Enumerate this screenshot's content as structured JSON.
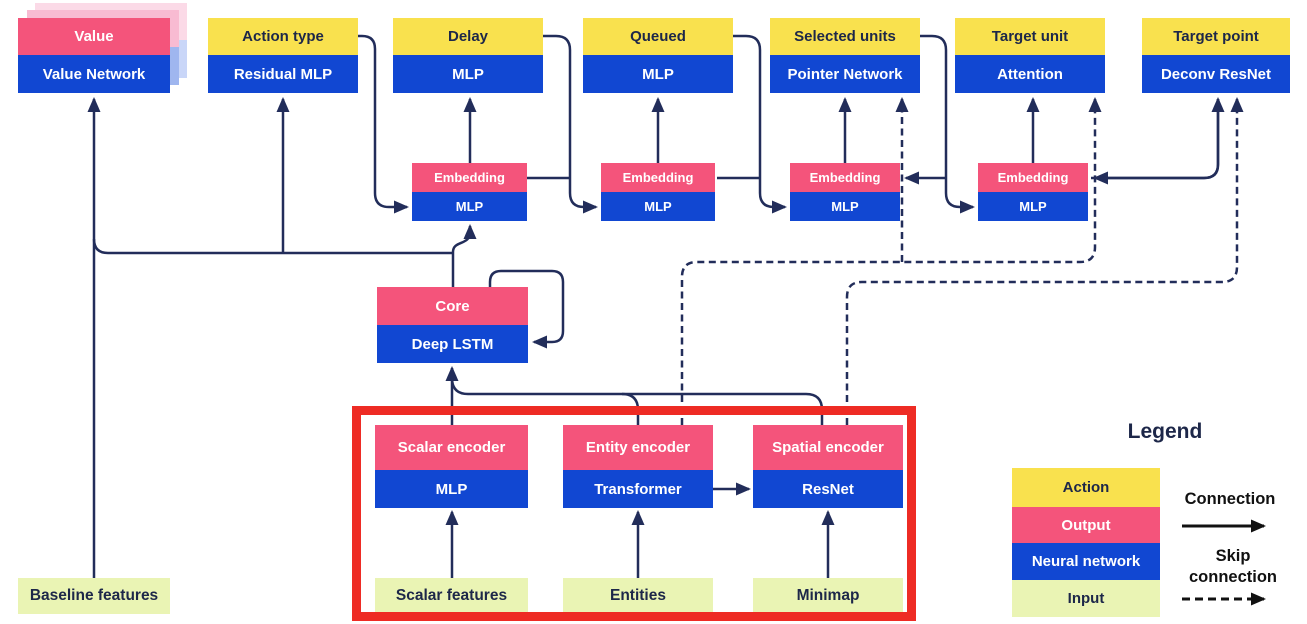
{
  "diagram": {
    "heads": [
      {
        "title": "Value",
        "subtitle": "Value Network",
        "category": "output"
      },
      {
        "title": "Action type",
        "subtitle": "Residual MLP",
        "category": "action"
      },
      {
        "title": "Delay",
        "subtitle": "MLP",
        "category": "action"
      },
      {
        "title": "Queued",
        "subtitle": "MLP",
        "category": "action"
      },
      {
        "title": "Selected units",
        "subtitle": "Pointer Network",
        "category": "action"
      },
      {
        "title": "Target unit",
        "subtitle": "Attention",
        "category": "action"
      },
      {
        "title": "Target point",
        "subtitle": "Deconv ResNet",
        "category": "action"
      }
    ],
    "embeddings": [
      {
        "title": "Embedding",
        "subtitle": "MLP"
      },
      {
        "title": "Embedding",
        "subtitle": "MLP"
      },
      {
        "title": "Embedding",
        "subtitle": "MLP"
      },
      {
        "title": "Embedding",
        "subtitle": "MLP"
      }
    ],
    "core": {
      "title": "Core",
      "subtitle": "Deep LSTM"
    },
    "encoders": [
      {
        "title": "Scalar encoder",
        "subtitle": "MLP"
      },
      {
        "title": "Entity encoder",
        "subtitle": "Transformer"
      },
      {
        "title": "Spatial encoder",
        "subtitle": "ResNet"
      }
    ],
    "inputs": [
      {
        "label": "Baseline features"
      },
      {
        "label": "Scalar features"
      },
      {
        "label": "Entities"
      },
      {
        "label": "Minimap"
      }
    ]
  },
  "legend": {
    "title": "Legend",
    "items": [
      {
        "label": "Action",
        "color": "#F9E14E"
      },
      {
        "label": "Output",
        "color": "#F4547B"
      },
      {
        "label": "Neural network",
        "color": "#1147D2"
      },
      {
        "label": "Input",
        "color": "#EAF4B4"
      }
    ],
    "connection_label": "Connection",
    "skip_connection_label": "Skip connection"
  },
  "colors": {
    "action_yellow": "#F9E14E",
    "output_pink": "#F4547B",
    "neural_network_blue": "#1147D2",
    "input_green": "#EAF4B4",
    "line_navy": "#222D5A",
    "highlight_red": "#EE2B24",
    "legend_arrow_black": "#111111"
  }
}
